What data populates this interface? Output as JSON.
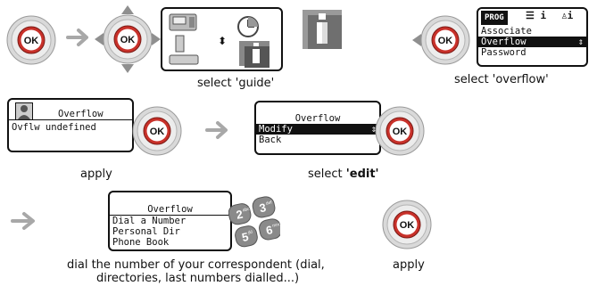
{
  "step1": {
    "ok_label": "OK",
    "ok_label_nav": "OK",
    "caption": "select 'guide'"
  },
  "step2": {
    "ok_label": "OK",
    "screen": {
      "tab1": "PROG",
      "items": [
        "Associate",
        "Overflow",
        "Password"
      ],
      "selected_index": 1
    },
    "caption": "select 'overflow'"
  },
  "step3": {
    "screen": {
      "title": "Overflow",
      "line2": "Ovflw undefined"
    },
    "ok_label": "OK",
    "caption": "apply"
  },
  "step4": {
    "screen": {
      "title": "Overflow",
      "items": [
        "Modify",
        "Back"
      ],
      "selected_index": 0
    },
    "ok_label": "OK",
    "caption_prefix": "select ",
    "caption_bold": "'edit'"
  },
  "step5": {
    "screen": {
      "title": "Overflow",
      "items": [
        "Dial a Number",
        "Personal Dir",
        "Phone Book"
      ]
    },
    "keys": [
      {
        "digit": "2",
        "letters": "abc"
      },
      {
        "digit": "3",
        "letters": "def"
      },
      {
        "digit": "5",
        "letters": "jkl"
      },
      {
        "digit": "6",
        "letters": "mno"
      }
    ],
    "caption_line1": "dial the number of your correspondent (dial,",
    "caption_line2": "directories, last numbers dialled...)"
  },
  "step6": {
    "ok_label": "OK",
    "caption": "apply"
  },
  "colors": {
    "ok_red": "#c8312a",
    "ring_gray": "#cfcfcf",
    "ring_dark": "#8f8f8f",
    "arrow_gray": "#a8a8a8",
    "key_gray": "#8a8a8a",
    "info_gray": "#7d7d7d"
  }
}
